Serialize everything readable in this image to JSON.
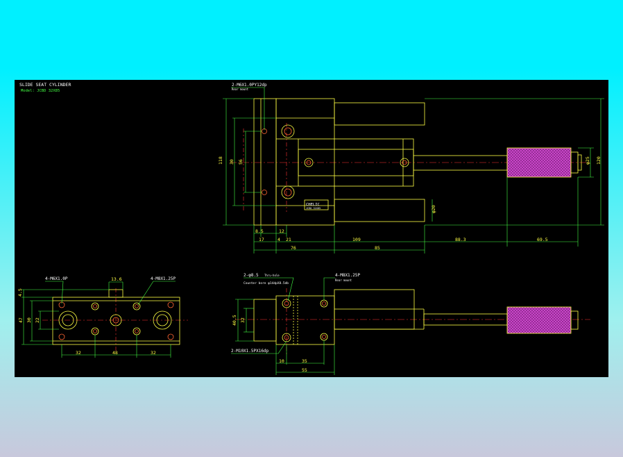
{
  "title_block": {
    "title": "SLIDE SEAT CYLINDER",
    "model": "Model: JCBD 32X85"
  },
  "colors": {
    "background": "#000000",
    "outline": "#ffff44",
    "dimension": "#44ff44",
    "centerline": "#ff3333",
    "hole": "#ff6633",
    "rod_end": "#cc33cc",
    "text": "#ffffff"
  },
  "top_view": {
    "callout_top_1": "2-M6X1.0PY12dp",
    "callout_top_2": "Rear mount",
    "nameplate": "CHELIC",
    "nameplate_sub": "JCBD 32X85",
    "dims": {
      "h_118": "118",
      "h_30": "30",
      "h_56": "56",
      "h_120": "120",
      "d_25": "φ25",
      "d_20": "φ20",
      "w_8_5": "8.5",
      "w_12": "12",
      "w_17": "17",
      "w_4": "4",
      "w_21": "21",
      "w_109": "109",
      "w_88_3": "88.3",
      "w_69_5": "69.5",
      "w_76": "76",
      "w_85": "85"
    }
  },
  "front_view": {
    "callout_left": "4-M6X1.0P",
    "callout_right": "4-M8X1.25P",
    "dims": {
      "top_13_6": "13.6",
      "h_4_5": "4.5",
      "h_47": "47",
      "h_30": "30",
      "h_22": "22",
      "w_32a": "32",
      "w_48": "48",
      "w_32b": "32"
    }
  },
  "side_view": {
    "callout_1": "2-φ8.5",
    "callout_1b": "Thru-hole",
    "callout_2": "Counter bore φ14dpX8.5db",
    "callout_3": "4-M8X1.25P",
    "callout_3b": "Rear mount",
    "callout_bottom": "2-M10X1.5PX16dp",
    "dims": {
      "h_40_5": "40.5",
      "h_32": "32",
      "w_10": "10",
      "w_35": "35",
      "w_55": "55"
    }
  }
}
